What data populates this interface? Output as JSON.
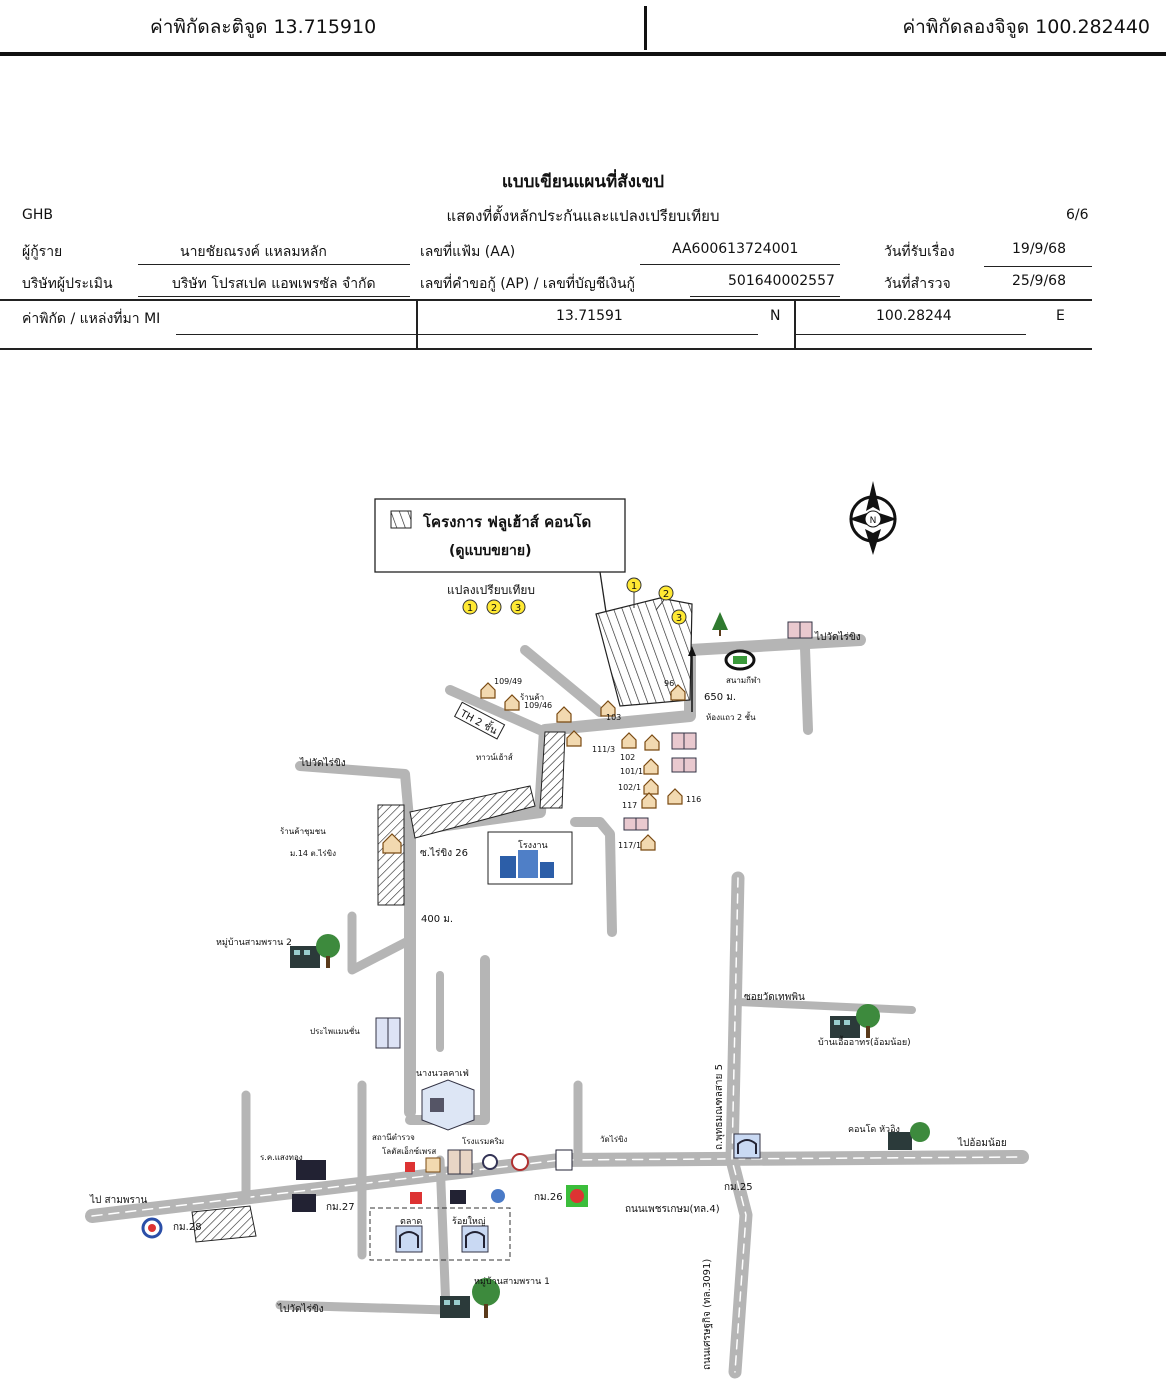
{
  "topbar": {
    "lat_text": "ค่าพิกัดละติจูด 13.715910",
    "lon_text": "ค่าพิกัดลองจิจูด 100.282440"
  },
  "sheet": {
    "title": "แบบเขียนแผนที่สังเขป",
    "subtitle": "แสดงที่ตั้งหลักประกันและแปลงเปรียบเทียบ",
    "org": "GHB",
    "page": "6/6",
    "borrower_label": "ผู้กู้ราย",
    "borrower_value": "นายชัยณรงค์ แหลมหลัก",
    "file_label": "เลขที่แฟ้ม (AA)",
    "file_value": "AA600613724001",
    "received_label": "วันที่รับเรื่อง",
    "received_value": "19/9/68",
    "appraiser_label": "บริษัทผู้ประเมิน",
    "appraiser_value": "บริษัท โปรสเปค แอพเพรซัล จำกัด",
    "loan_label": "เลขที่คำขอกู้ (AP) / เลขที่บัญชีเงินกู้",
    "loan_value": "501640002557",
    "survey_label": "วันที่สำรวจ",
    "survey_value": "25/9/68",
    "coord_label": "ค่าพิกัด / แหล่งที่มา MI",
    "lat_value": "13.71591",
    "lat_dir": "N",
    "lon_value": "100.28244",
    "lon_dir": "E"
  },
  "map": {
    "callout_line1": "โครงการ ฟลูเฮ้าส์ คอนโด",
    "callout_line2": "(ดูแบบขยาย)",
    "compare_label": "แปลงเปรียบเทียบ",
    "markers": [
      "1",
      "2",
      "3"
    ],
    "north": "N",
    "labels": {
      "distance_650": "650 ม.",
      "distance_400": "400 ม.",
      "to_klong_ri_top": "ไปวัดไร่ขิง",
      "to_wat_rai_khing_left": "ไปวัดไร่ขิง",
      "to_sam_phran": "ไป สามพราน",
      "to_wat_rai_khing_bottom": "ไปวัดไร่ขิง",
      "to_om_noi": "ไปอ้อมน้อย",
      "stadium": "สนามกีฬา",
      "factory": "โรงงาน",
      "market": "ตลาด",
      "market2": "ร้อยใหญ่",
      "village_1": "หมู่บ้านสามพราน 1",
      "village_2": "หมู่บ้านสามพราน 2",
      "village_north": "บ้านเอื้ออาทร(อ้อมน้อย)",
      "condo": "คอนโด หัวอิง",
      "road_main": "ถนนเพชรเกษม(ทล.4)",
      "road_3091": "ถนนเศรษฐกิจ (ทล.3091)",
      "road_soi": "ซอยวัดเทพพิน",
      "road_phuttha": "ถ.พุทธมณฑลสาย 5",
      "km26": "กม.26",
      "km25": "กม.25",
      "km27": "กม.27",
      "km28": "กม.28",
      "th2": "TH 2 ชั้น",
      "h109_49": "109/49",
      "h109_46": "109/46",
      "h96": "96",
      "h103": "103",
      "h111": "111/3",
      "h102": "102",
      "h101": "101/1",
      "h102b": "102/1",
      "h117": "117",
      "h116": "116",
      "h117b": "117/1",
      "shop": "ร้านค้า",
      "shophouse": "ห้องแถว 2 ชั้น",
      "townhouse": "ทาวน์เฮ้าส์",
      "soi26": "ซ.ไร่ขิง 26",
      "shop_chumchon": "ร้านค้าชุมชน",
      "moo14": "ม.14 ต.ไร่ขิง",
      "apt": "ประไพแมนชั่น",
      "nursery": "นางนวลคาเฟ่",
      "lotus": "โลตัสเอ็กซ์เพรส",
      "hospital": "โรงแรมคริม",
      "wat": "วัดไร่ขิง",
      "tc_kitchen": "ร.ค.แสงทอง",
      "ctr": "สถานีตำรวจ"
    }
  }
}
